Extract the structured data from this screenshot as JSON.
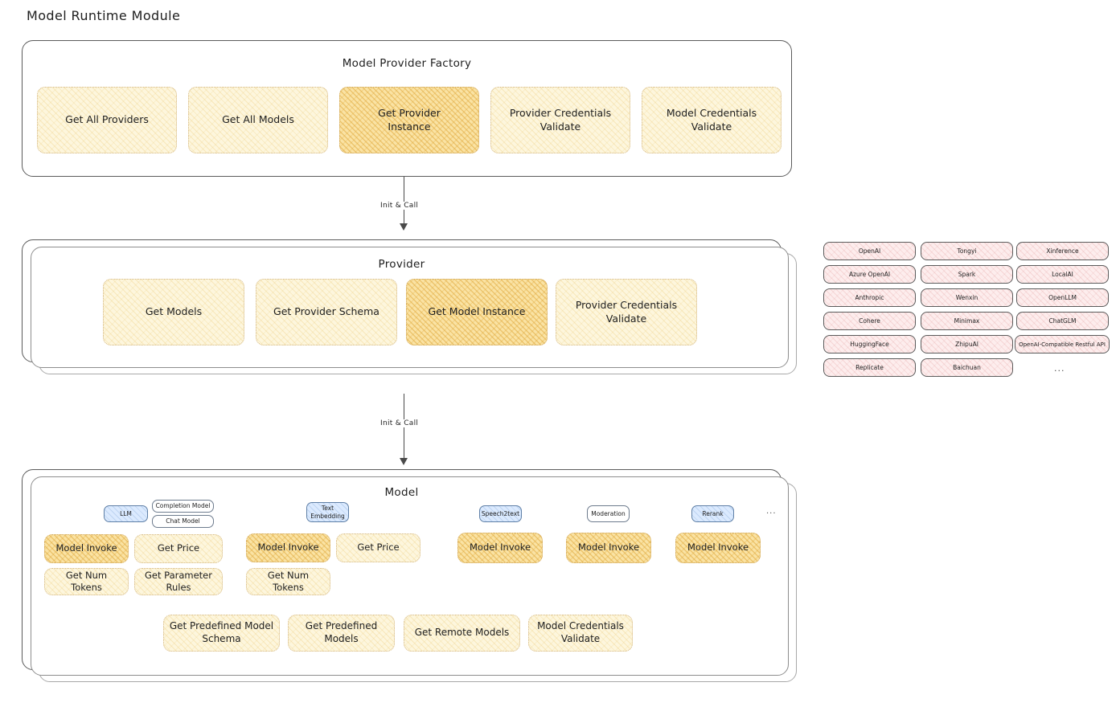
{
  "page": {
    "title": "Model Runtime Module"
  },
  "arrows": [
    {
      "label": "Init & Call"
    },
    {
      "label": "Init & Call"
    }
  ],
  "factory": {
    "title": "Model Provider Factory",
    "boxes": [
      {
        "label": "Get All Providers",
        "highlight": false
      },
      {
        "label": "Get All Models",
        "highlight": false
      },
      {
        "label": "Get Provider\nInstance",
        "line1": "Get Provider",
        "line2": "Instance",
        "highlight": true
      },
      {
        "label": "Provider Credentials Validate",
        "line1": "Provider Credentials",
        "line2": "Validate",
        "highlight": false
      },
      {
        "label": "Model Credentials Validate",
        "line1": "Model Credentials",
        "line2": "Validate",
        "highlight": false
      }
    ]
  },
  "provider": {
    "title": "Provider",
    "boxes": [
      {
        "label": "Get Models",
        "highlight": false
      },
      {
        "label": "Get Provider Schema",
        "highlight": false
      },
      {
        "label": "Get Model Instance",
        "highlight": true
      },
      {
        "label": "Provider Credentials Validate",
        "line1": "Provider Credentials",
        "line2": "Validate",
        "highlight": false
      }
    ]
  },
  "provider_list": {
    "ellipsis": "...",
    "columns": [
      {
        "items": [
          "OpenAI",
          "Azure OpenAI",
          "Anthropic",
          "Cohere",
          "HuggingFace",
          "Replicate"
        ]
      },
      {
        "items": [
          "Tongyi",
          "Spark",
          "Wenxin",
          "Minimax",
          "ZhipuAI",
          "Baichuan"
        ]
      },
      {
        "items": [
          "Xinference",
          "LocalAI",
          "OpenLLM",
          "ChatGLM",
          "OpenAI-Compatible Restful API"
        ]
      }
    ]
  },
  "model": {
    "title": "Model",
    "ellipsis": "...",
    "types": [
      {
        "name": "LLM",
        "blue": true,
        "subtypes": [
          "Completion Model",
          "Chat Model"
        ],
        "actions": [
          "Model Invoke",
          "Get Price",
          "Get Num Tokens",
          "Get Parameter Rules"
        ]
      },
      {
        "name": "Text Embedding",
        "line1": "Text",
        "line2": "Embedding",
        "blue": true,
        "subtypes": [],
        "actions": [
          "Model Invoke",
          "Get Price",
          "Get Num Tokens"
        ]
      },
      {
        "name": "Speech2text",
        "blue": true,
        "subtypes": [],
        "actions": [
          "Model Invoke"
        ]
      },
      {
        "name": "Moderation",
        "blue": false,
        "subtypes": [],
        "actions": [
          "Model Invoke"
        ]
      },
      {
        "name": "Rerank",
        "blue": true,
        "subtypes": [],
        "actions": [
          "Model Invoke"
        ]
      }
    ],
    "common_actions": [
      {
        "label": "Get Predefined Model Schema",
        "line1": "Get Predefined Model",
        "line2": "Schema"
      },
      {
        "label": "Get Predefined Models",
        "line1": "Get Predefined",
        "line2": "Models"
      },
      {
        "label": "Get Remote Models",
        "line1": "Get Remote Models",
        "line2": ""
      },
      {
        "label": "Model Credentials Validate",
        "line1": "Model Credentials",
        "line2": "Validate"
      }
    ]
  },
  "colors": {
    "box_fill": "#fdf6dd",
    "box_fill_highlight": "#fae3a4",
    "pill_blue": "#dbeafe",
    "provider_pill": "#fdeded",
    "stroke": "#5b5b5b"
  }
}
